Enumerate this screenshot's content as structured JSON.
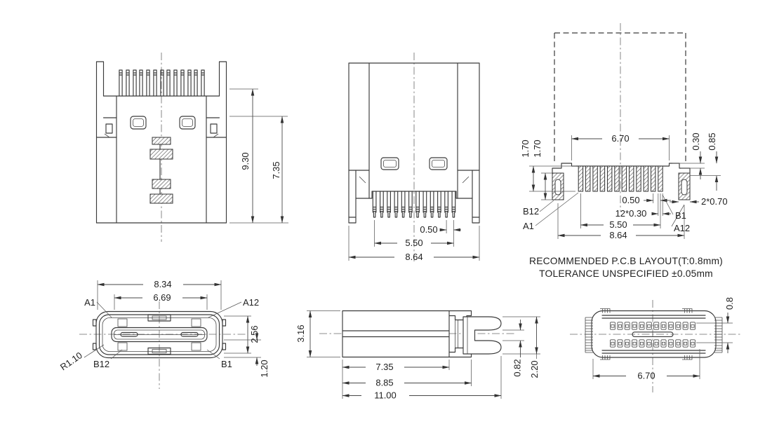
{
  "front_view": {
    "dim_total_height": "9.30",
    "dim_body_height": "7.35"
  },
  "rear_view": {
    "dim_pin_pitch": "0.50",
    "dim_pin_span": "5.50",
    "dim_outer_span": "8.64"
  },
  "pcb_layout": {
    "dim_slot_span": "6.70",
    "dim_pad_length_a": "1.70",
    "dim_pad_length_b": "1.70",
    "dim_edge_step": "0.30",
    "dim_side_pad_offset": "0.85",
    "dim_pad_pitch": "0.50",
    "dim_pad_width": "12*0.30",
    "dim_pad_span": "5.50",
    "dim_side_pad_span": "8.64",
    "dim_side_pad_width": "2*0.70",
    "labels": {
      "b12": "B12",
      "a1": "A1",
      "b1": "B1",
      "a12": "A12"
    },
    "note_line1": "RECOMMENDED P.C.B LAYOUT(T:0.8mm)",
    "note_line2": "TOLERANCE UNSPECIFIED ±0.05mm"
  },
  "face_view": {
    "dim_shell_width": "8.34",
    "dim_tongue_width": "6.69",
    "dim_cavity_height": "2.56",
    "dim_tab_height": "1.20",
    "dim_corner_radius": "R1.10",
    "labels": {
      "a1": "A1",
      "a12": "A12",
      "b12": "B12",
      "b1": "B1"
    }
  },
  "side_view": {
    "dim_body_height": "3.16",
    "dim_body_length": "7.35",
    "dim_shell_length": "8.85",
    "dim_total_length": "11.00",
    "dim_clip_gap": "0.82",
    "dim_clip_height": "2.20"
  },
  "bottom_view": {
    "dim_row_spacing": "0.8",
    "dim_contact_span": "6.70"
  }
}
